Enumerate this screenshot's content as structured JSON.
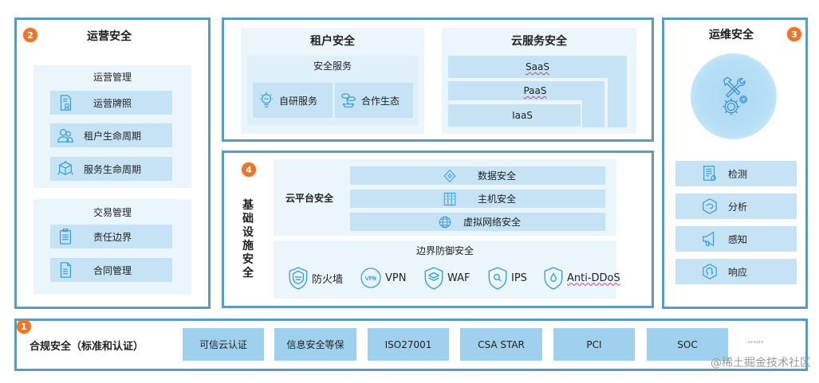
{
  "ops_security": {
    "badge": "2",
    "title": "运营安全",
    "operations_management": {
      "title": "运营管理",
      "items": [
        {
          "label": "运营牌照",
          "icon": "license-document-icon"
        },
        {
          "label": "租户生命周期",
          "icon": "users-icon"
        },
        {
          "label": "服务生命周期",
          "icon": "cube-icon"
        }
      ]
    },
    "transaction_management": {
      "title": "交易管理",
      "items": [
        {
          "label": "责任边界",
          "icon": "clipboard-icon"
        },
        {
          "label": "合同管理",
          "icon": "document-icon"
        }
      ]
    }
  },
  "tenant_security": {
    "title": "租户安全",
    "security_services": {
      "title": "安全服务",
      "items": [
        {
          "label": "自研服务",
          "icon": "lightbulb-icon"
        },
        {
          "label": "合作生态",
          "icon": "bonsai-tree-icon"
        }
      ]
    }
  },
  "cloud_service_security": {
    "title": "云服务安全",
    "layers": [
      "SaaS",
      "PaaS",
      "IaaS"
    ]
  },
  "infrastructure_security": {
    "badge": "4",
    "title": "基础设施安全",
    "cloud_platform": {
      "title": "云平台安全",
      "items": [
        {
          "label": "数据安全",
          "icon": "data-diamond-icon"
        },
        {
          "label": "主机安全",
          "icon": "server-icon"
        },
        {
          "label": "虚拟网络安全",
          "icon": "globe-icon"
        }
      ]
    },
    "boundary_defense": {
      "title": "边界防御安全",
      "items": [
        {
          "label": "防火墙",
          "icon": "firewall-shield-icon"
        },
        {
          "label": "VPN",
          "icon": "vpn-icon"
        },
        {
          "label": "WAF",
          "icon": "waf-shield-icon"
        },
        {
          "label": "IPS",
          "icon": "ips-shield-icon"
        },
        {
          "label": "Anti-DDoS",
          "icon": "anti-ddos-shield-icon"
        }
      ]
    }
  },
  "maintenance_security": {
    "badge": "3",
    "title": "运维安全",
    "hero_icon": "tools-gear-icon",
    "items": [
      {
        "label": "检测",
        "icon": "checklist-icon"
      },
      {
        "label": "分析",
        "icon": "analysis-hex-icon"
      },
      {
        "label": "感知",
        "icon": "megaphone-icon"
      },
      {
        "label": "响应",
        "icon": "head-hex-icon"
      }
    ]
  },
  "compliance_security": {
    "badge": "1",
    "title": "合规安全（标准和认证）",
    "certifications": [
      "可信云认证",
      "信息安全等保",
      "ISO27001",
      "CSA STAR",
      "PCI",
      "SOC"
    ],
    "more": "......"
  },
  "watermark": "@稀土掘金技术社区",
  "colors": {
    "border": "#5b9bbf",
    "badge": "#e8772e",
    "item_bg": "#c5e3f5",
    "group_bg": "#eaf5fc",
    "cert_bg": "#9fd1ef",
    "icon": "#3f9fd4"
  }
}
